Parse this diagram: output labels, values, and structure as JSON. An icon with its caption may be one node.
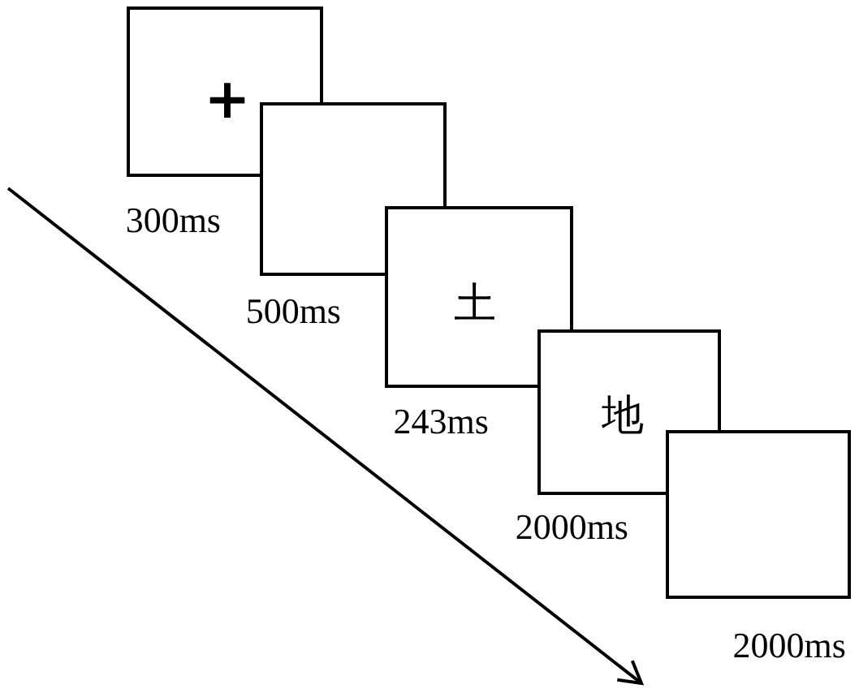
{
  "diagram": {
    "nodes": [
      {
        "text": [
          "+"
        ],
        "beside": [
          "300ms"
        ]
      },
      {
        "text": [],
        "shape": "box",
        "beside": [
          "500ms"
        ]
      },
      {
        "text": [
          "土"
        ],
        "beside": [
          "243ms"
        ]
      },
      {
        "text": [
          "地"
        ],
        "beside": [
          "2000ms"
        ]
      },
      {
        "text": [],
        "shape": "box",
        "beside": [
          "2000ms"
        ]
      }
    ]
  }
}
